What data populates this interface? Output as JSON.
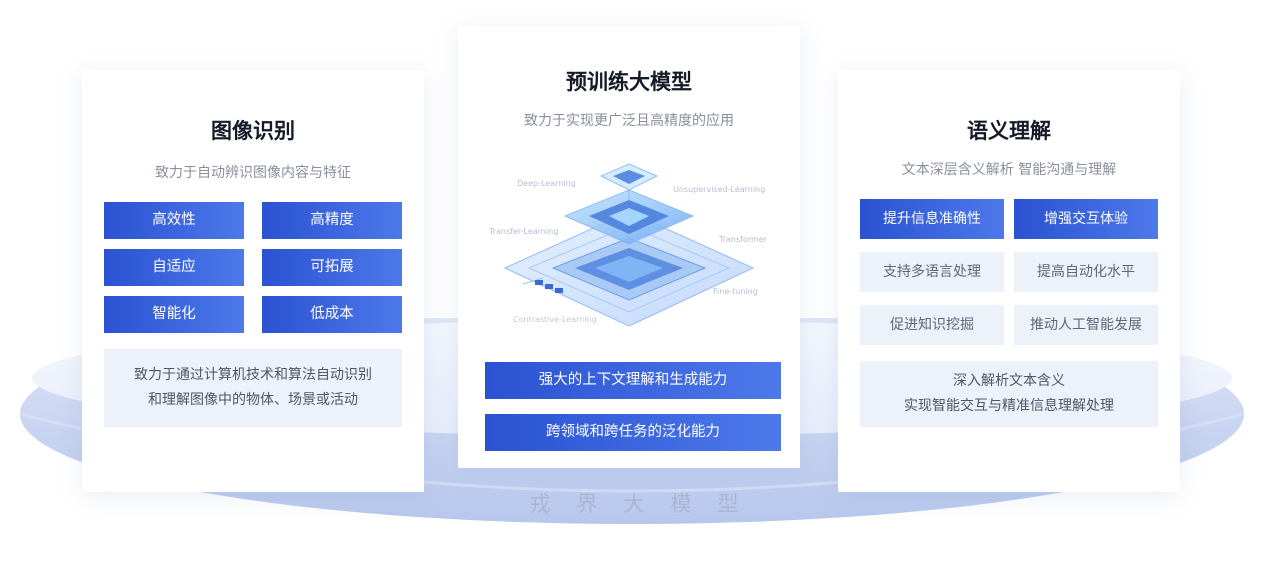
{
  "left_card": {
    "title": "图像识别",
    "subtitle": "致力于自动辨识图像内容与特征",
    "features": [
      "高效性",
      "高精度",
      "自适应",
      "可拓展",
      "智能化",
      "低成本"
    ],
    "desc_line1": "致力于通过计算机技术和算法自动识别",
    "desc_line2": "和理解图像中的物体、场景或活动"
  },
  "center_card": {
    "title": "预训练大模型",
    "subtitle": "致力于实现更广泛且高精度的应用",
    "chip_labels": {
      "deep": "Deep-Learning",
      "unsupervised": "Unsupervised-Learning",
      "transfer": "Transfer-Learning",
      "transformer": "Transformer",
      "finetuning": "Fine-tuning",
      "contrastive": "Contrastive-Learning"
    },
    "capability_1": "强大的上下文理解和生成能力",
    "capability_2": "跨领域和跨任务的泛化能力"
  },
  "right_card": {
    "title": "语义理解",
    "subtitle": "文本深层含义解析 智能沟通与理解",
    "features": [
      "提升信息准确性",
      "增强交互体验",
      "支持多语言处理",
      "提高自动化水平",
      "促进知识挖掘",
      "推动人工智能发展"
    ],
    "desc_line1": "深入解析文本含义",
    "desc_line2": "实现智能交互与精准信息理解处理"
  },
  "ring_label": "戎界大模型",
  "colors": {
    "accent_start": "#2a52d2",
    "accent_end": "#4e79ea",
    "pill_bg": "#edf1fa",
    "ring": "#c4d1ef"
  }
}
